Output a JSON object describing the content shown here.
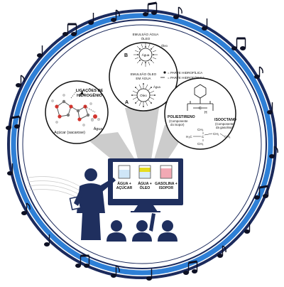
{
  "colors": {
    "ring_dark": "#1b2a5c",
    "ring_blue": "#2e7fd6",
    "navy": "#1f2f5e",
    "bubble_gray": "#bdbdbd",
    "liquid_blue": "#cfe6f7",
    "liquid_yellow": "#e6dc1e",
    "liquid_pink": "#f2a9b4"
  },
  "bubbles": {
    "sugar": {
      "title_line1": "LIGAÇÕES DE",
      "title_line2": "HIDROGÊNIO",
      "sugar_label": "Açúcar (sacarose)",
      "water_label": "Água"
    },
    "micelles": {
      "b_letter": "B",
      "b_title_line1": "EMULSÃO ÁGUA",
      "b_title_line2": "ÓLEO",
      "b_core_label": "Água",
      "b_side_label": "Óleo",
      "a_letter": "A",
      "a_title_line1": "EMULSÃO ÓLEO",
      "a_title_line2": "EM ÁGUA",
      "a_core_label": "Óleo",
      "a_side_label": "Água",
      "legend_hydrophilic": "= PARTE HIDROFÍLICA",
      "legend_hydrophobic": "= PARTE HIDROFÓBICA"
    },
    "polymer": {
      "polystyrene_name": "POLIESTIRENO",
      "polystyrene_desc1": "(Componente",
      "polystyrene_desc2": "do isopor)",
      "isooctane_name": "ISOOCTANO",
      "isooctane_desc1": "(Componente",
      "isooctane_desc2": "da gasolina)"
    }
  },
  "board": {
    "label_1_line1": "ÁGUA +",
    "label_1_line2": "AÇÚCAR",
    "label_2_line1": "ÁGUA +",
    "label_2_line2": "ÓLEO",
    "label_3_line1": "GASOLINA +",
    "label_3_line2": "ISOPOR"
  },
  "icons": [
    "music-note-icon",
    "teacher-icon",
    "student-icon",
    "beaker-icon",
    "micelle-icon",
    "molecule-icon"
  ]
}
